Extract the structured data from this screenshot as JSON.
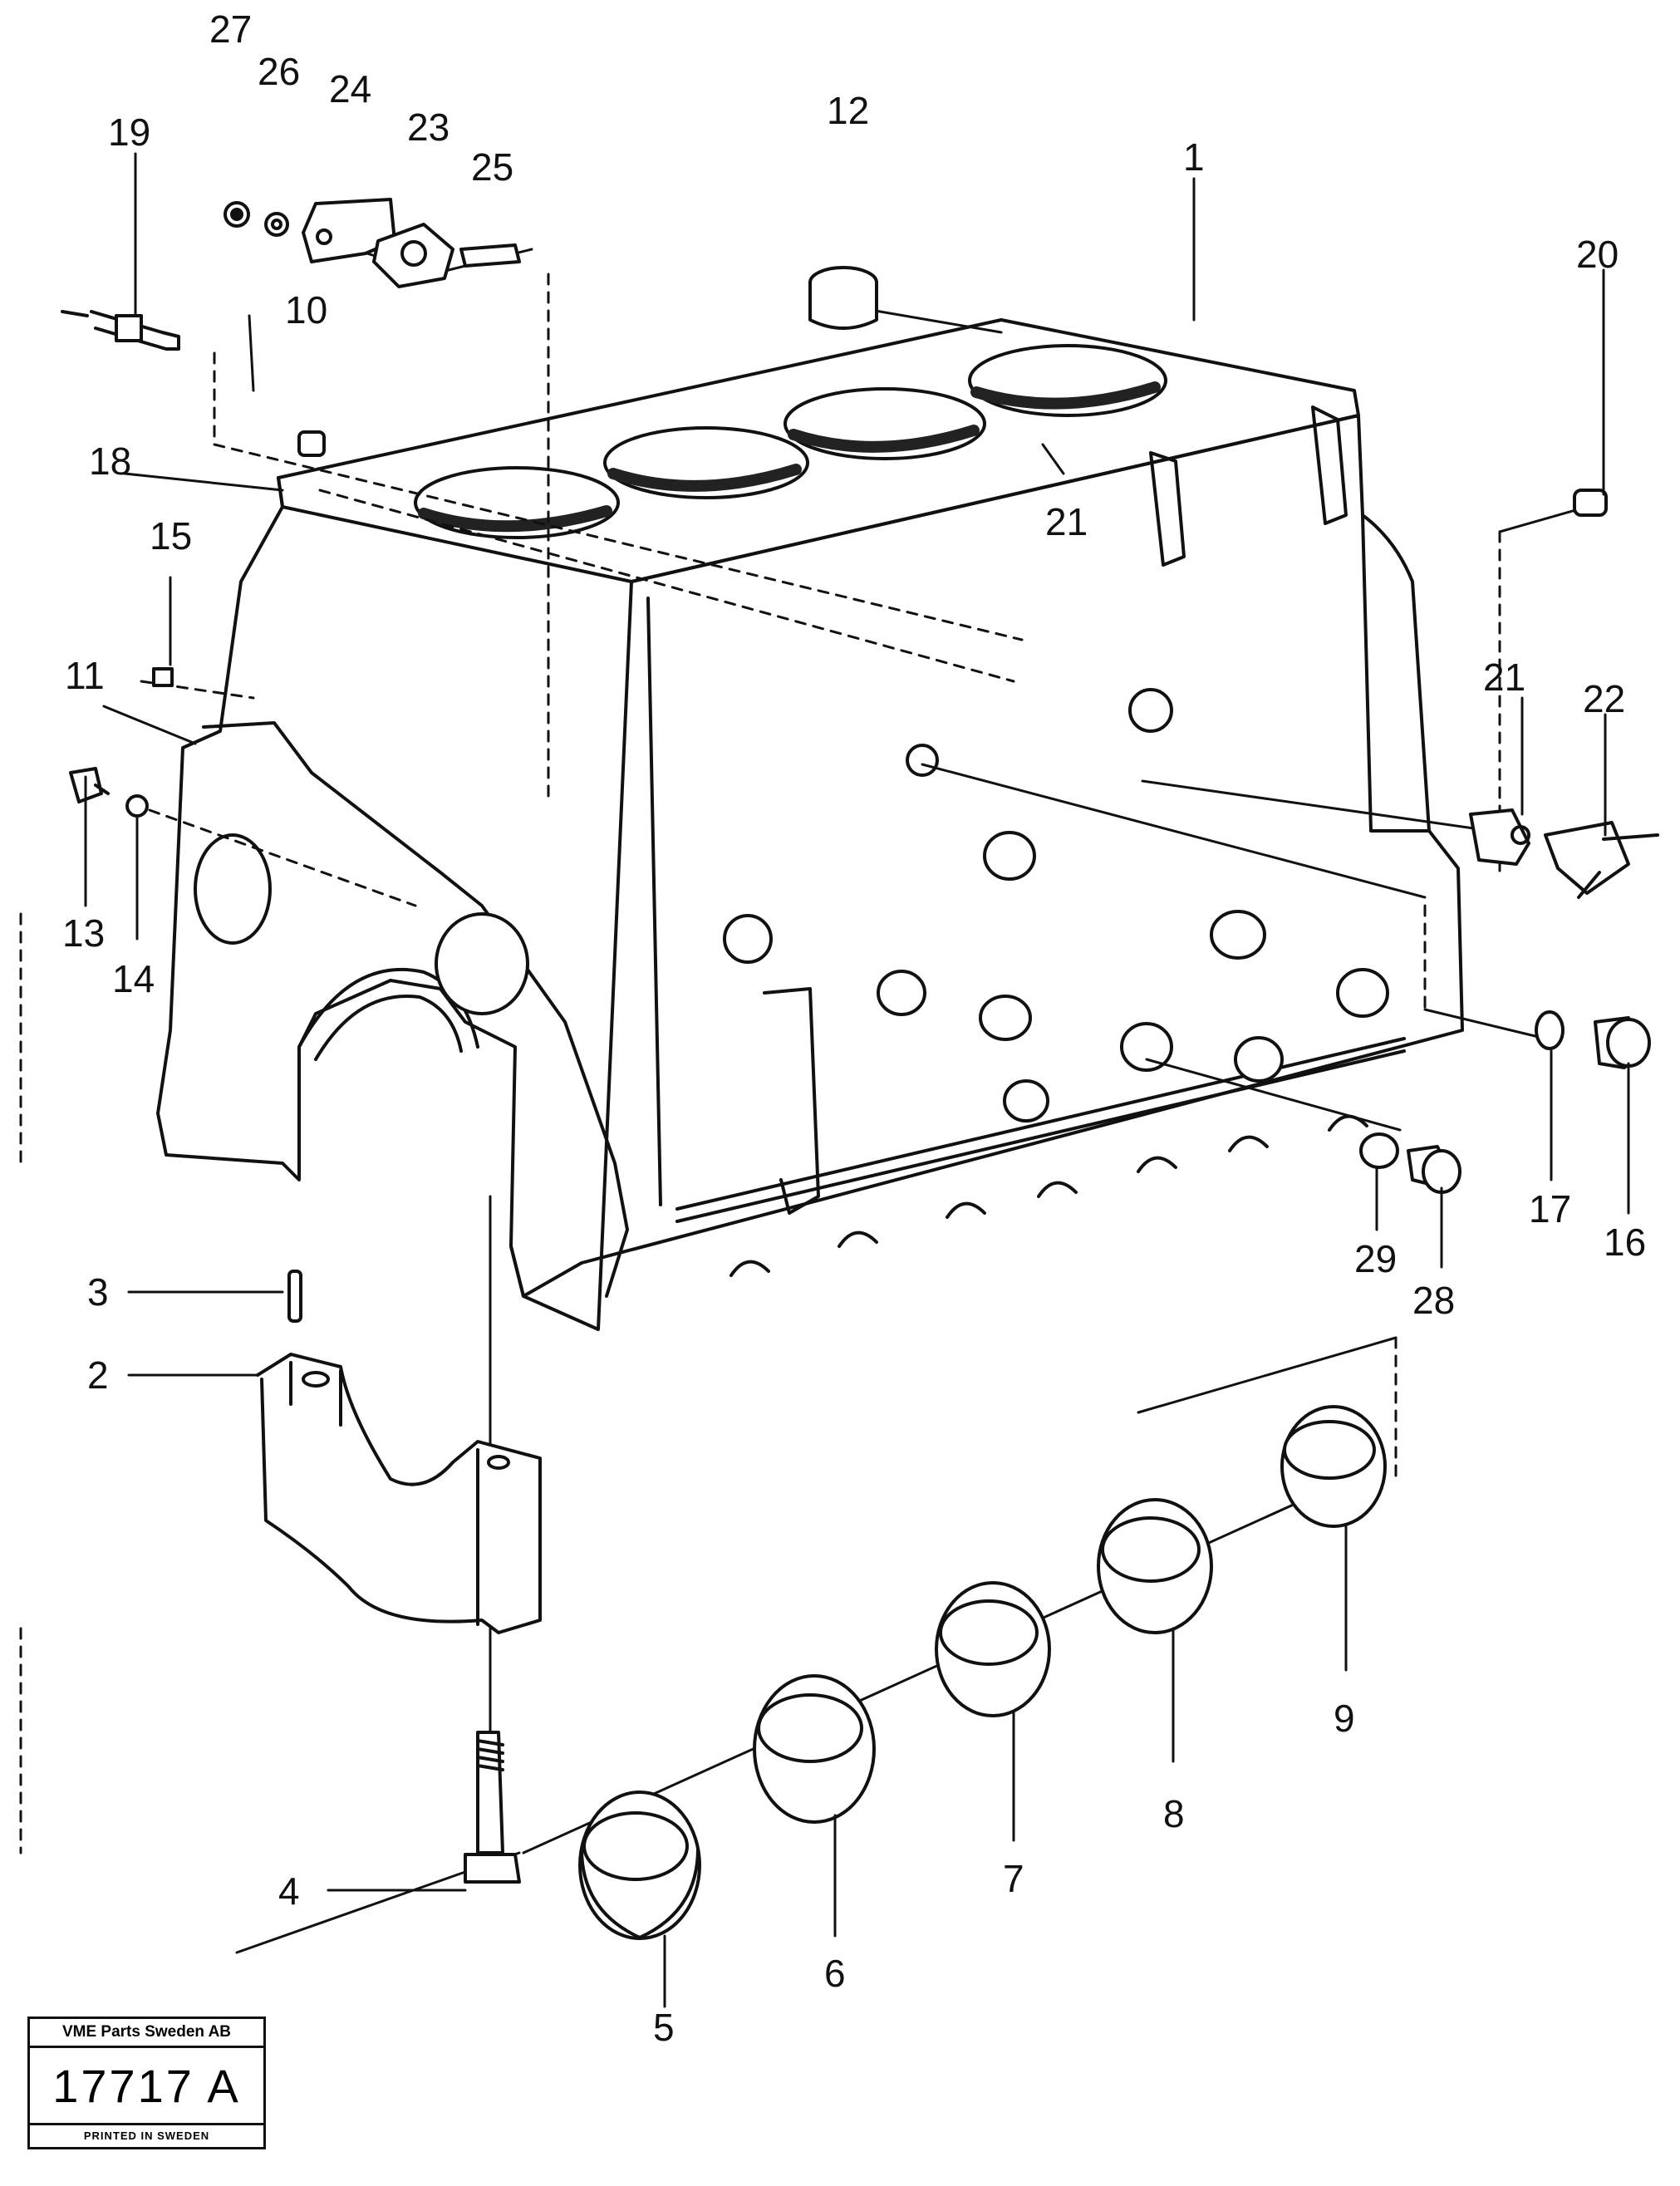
{
  "diagram": {
    "part_labels": [
      {
        "id": "p27",
        "text": "27"
      },
      {
        "id": "p26",
        "text": "26"
      },
      {
        "id": "p24",
        "text": "24"
      },
      {
        "id": "p19",
        "text": "19"
      },
      {
        "id": "p23",
        "text": "23"
      },
      {
        "id": "p25",
        "text": "25"
      },
      {
        "id": "p12",
        "text": "12"
      },
      {
        "id": "p1",
        "text": "1"
      },
      {
        "id": "p20",
        "text": "20"
      },
      {
        "id": "p10",
        "text": "10"
      },
      {
        "id": "p18",
        "text": "18"
      },
      {
        "id": "p21a",
        "text": "21"
      },
      {
        "id": "p15",
        "text": "15"
      },
      {
        "id": "p11",
        "text": "11"
      },
      {
        "id": "p21b",
        "text": "21"
      },
      {
        "id": "p22",
        "text": "22"
      },
      {
        "id": "p13",
        "text": "13"
      },
      {
        "id": "p14",
        "text": "14"
      },
      {
        "id": "p17",
        "text": "17"
      },
      {
        "id": "p16",
        "text": "16"
      },
      {
        "id": "p29",
        "text": "29"
      },
      {
        "id": "p28",
        "text": "28"
      },
      {
        "id": "p3",
        "text": "3"
      },
      {
        "id": "p2",
        "text": "2"
      },
      {
        "id": "p9",
        "text": "9"
      },
      {
        "id": "p8",
        "text": "8"
      },
      {
        "id": "p7",
        "text": "7"
      },
      {
        "id": "p6",
        "text": "6"
      },
      {
        "id": "p5",
        "text": "5"
      },
      {
        "id": "p4",
        "text": "4"
      }
    ]
  },
  "stamp": {
    "company": "VME Parts Sweden AB",
    "number": "17717 A",
    "printed": "PRINTED IN SWEDEN"
  }
}
